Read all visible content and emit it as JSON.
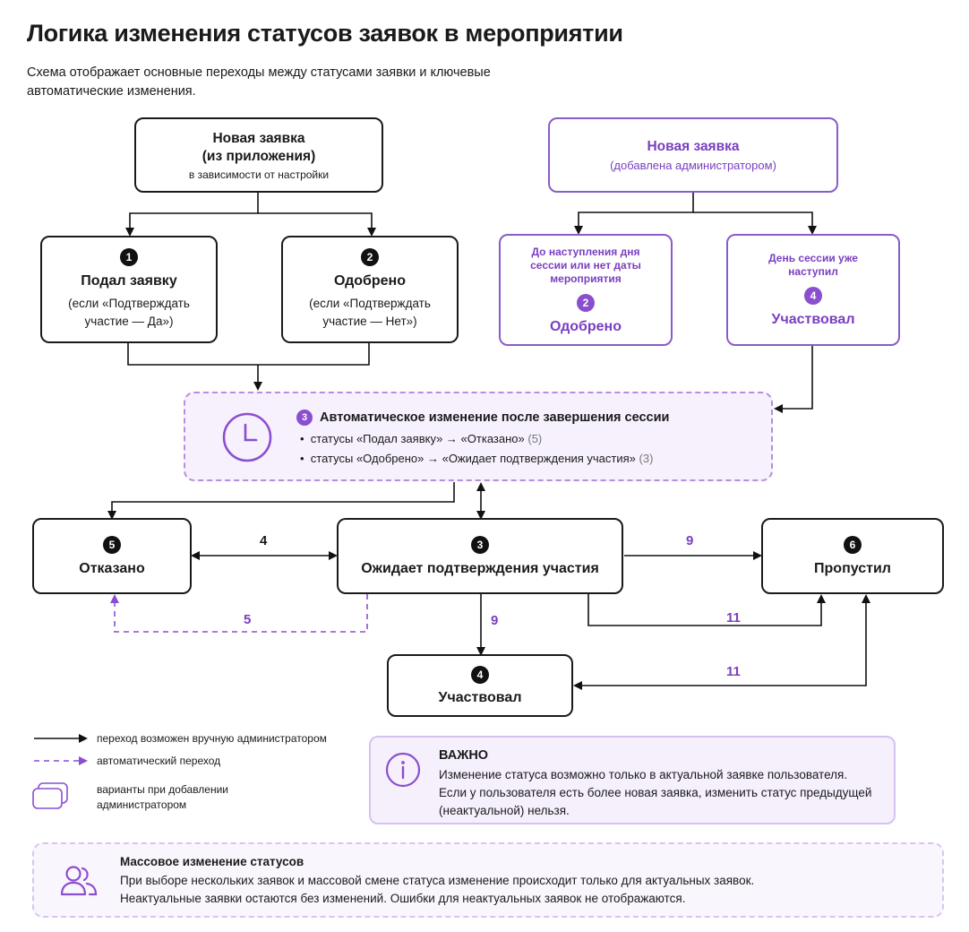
{
  "header": {
    "title": "Логика изменения статусов заявок в мероприятии",
    "subtitle": "Схема отображает основные переходы между статусами заявки и ключевые автоматические изменения."
  },
  "new_app": {
    "title_line1": "Новая заявка",
    "title_line2": "(из приложения)",
    "note": "в зависимости от настройки"
  },
  "new_admin": {
    "title": "Новая заявка",
    "note": "(добавлена администратором)"
  },
  "submitted": {
    "num": "1",
    "title": "Подал заявку",
    "cond": "(если «Подтверждать участие — Да»)"
  },
  "approved": {
    "num": "2",
    "title": "Одобрено",
    "cond": "(если «Подтверждать участие — Нет»)"
  },
  "admin_before": {
    "cond": "До наступления дня сессии или нет даты мероприятия",
    "num": "2",
    "title": "Одобрено"
  },
  "admin_day": {
    "cond": "День сессии уже наступил",
    "num": "4",
    "title": "Участвовал"
  },
  "auto_change": {
    "num": "3",
    "title": "Автоматическое изменение после завершения сессии",
    "rule1_text": "статусы «Подал заявку» → «Отказано»",
    "rule1_ref": "(5)",
    "rule2_text": "статусы «Одобрено» → «Ожидает подтверждения участия»",
    "rule2_ref": "(3)"
  },
  "rejected": {
    "num": "5",
    "title": "Отказано"
  },
  "awaiting": {
    "num": "3",
    "title": "Ожидает подтверждения участия"
  },
  "missed": {
    "num": "6",
    "title": "Пропустил"
  },
  "participated": {
    "num": "4",
    "title": "Участвовал"
  },
  "edges": {
    "rejected_awaiting": "4",
    "awaiting_missed": "9",
    "awaiting_rejected_auto": "5",
    "awaiting_participated": "9",
    "awaiting_missed_11": "11",
    "missed_participated_11": "11"
  },
  "legend": {
    "manual": "переход возможен вручную администратором",
    "auto": "автоматический переход",
    "variants": "варианты при добавлении администратором"
  },
  "important": {
    "heading": "ВАЖНО",
    "text": "Изменение статуса возможно только в актуальной заявке пользователя. Если у пользователя есть более новая заявка, изменить статус предыдущей (неактуальной) нельзя."
  },
  "mass_change": {
    "heading": "Массовое изменение статусов",
    "text1": "При выборе нескольких заявок и массовой смене статуса изменение происходит только для актуальных заявок.",
    "text2": "Неактуальные заявки остаются без изменений. Ошибки для неактуальных заявок не отображаются."
  },
  "colors": {
    "accent": "#8a4fcf",
    "text": "#1a1a1a",
    "light_purple_bg": "#f7f1fd"
  },
  "icons": {
    "auto_change": "clock-icon",
    "important": "info-icon",
    "mass_change": "users-icon"
  }
}
